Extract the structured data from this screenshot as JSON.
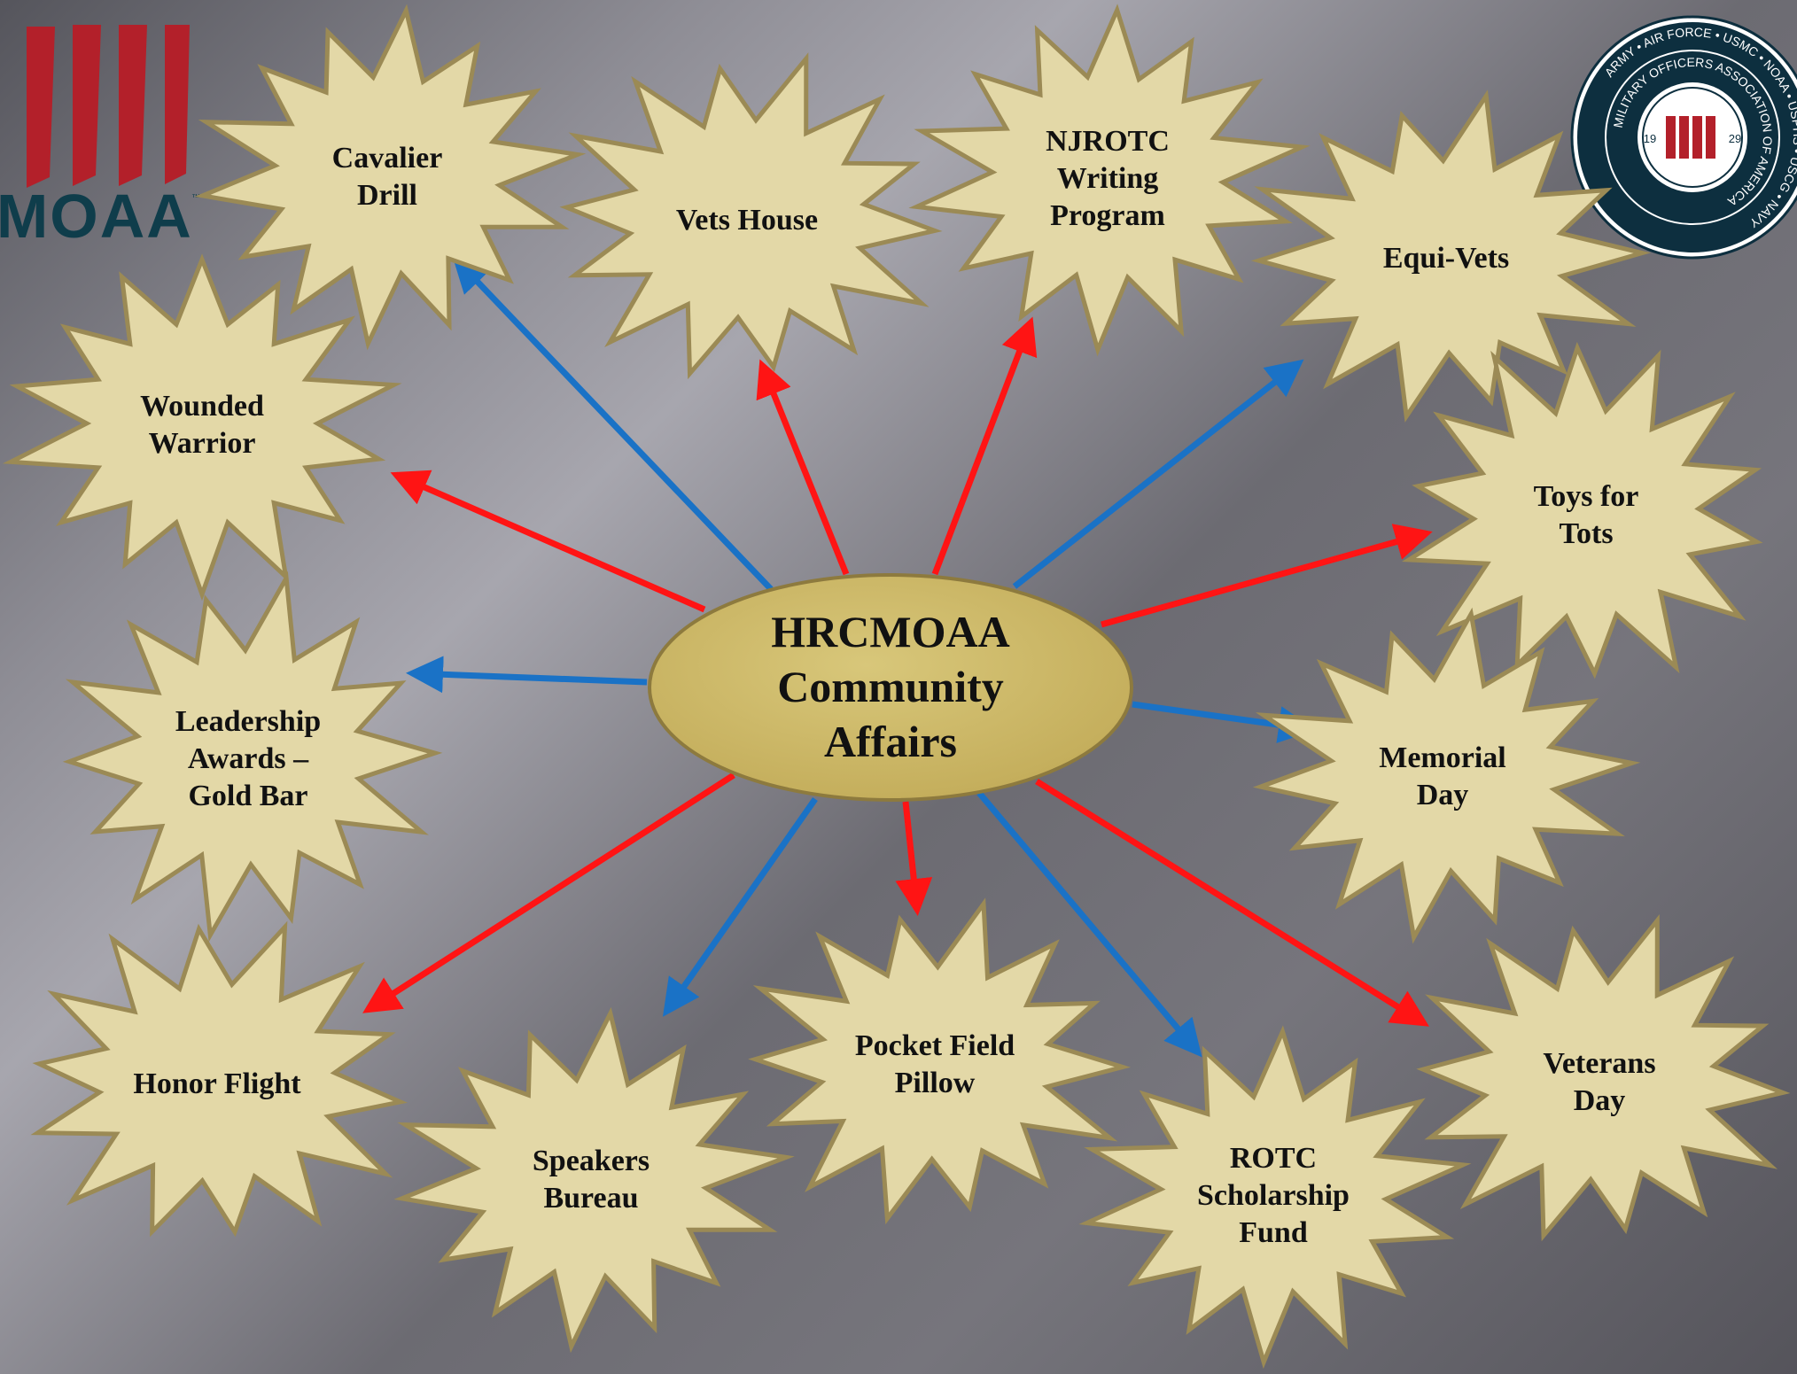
{
  "hub": {
    "lines": [
      "HRCMOAA",
      "Community",
      "Affairs"
    ]
  },
  "logo": {
    "word": "MOAA",
    "mark": "™"
  },
  "seal": {
    "ring_text": "MILITARY OFFICERS ASSOCIATION OF AMERICA",
    "branches": [
      "ARMY",
      "AIR FORCE",
      "USMC",
      "NOAA",
      "USPHS",
      "USCG",
      "NAVY"
    ],
    "year_left": "19",
    "year_right": "29"
  },
  "colors": {
    "red_arrow": "#ff1414",
    "blue_arrow": "#1a72c6",
    "star_fill": "#e3d8a7",
    "star_stroke": "#9b8a55",
    "hub_fill": "#cdb865",
    "logo_red": "#b3202a",
    "logo_teal": "#0f3d4b",
    "seal_navy": "#0d2f3f"
  },
  "nodes": [
    {
      "id": "cavalier-drill",
      "lines": [
        "Cavalier",
        "Drill"
      ],
      "arrow_color": "blue"
    },
    {
      "id": "vets-house",
      "lines": [
        "Vets House"
      ],
      "arrow_color": "red"
    },
    {
      "id": "njrotc-writing-program",
      "lines": [
        "NJROTC",
        "Writing",
        "Program"
      ],
      "arrow_color": "red"
    },
    {
      "id": "equi-vets",
      "lines": [
        "Equi-Vets"
      ],
      "arrow_color": "blue"
    },
    {
      "id": "toys-for-tots",
      "lines": [
        "Toys for",
        "Tots"
      ],
      "arrow_color": "red"
    },
    {
      "id": "memorial-day",
      "lines": [
        "Memorial",
        "Day"
      ],
      "arrow_color": "blue"
    },
    {
      "id": "veterans-day",
      "lines": [
        "Veterans",
        "Day"
      ],
      "arrow_color": "red"
    },
    {
      "id": "rotc-scholarship-fund",
      "lines": [
        "ROTC",
        "Scholarship",
        "Fund"
      ],
      "arrow_color": "blue"
    },
    {
      "id": "pocket-field-pillow",
      "lines": [
        "Pocket Field",
        "Pillow"
      ],
      "arrow_color": "red"
    },
    {
      "id": "speakers-bureau",
      "lines": [
        "Speakers",
        "Bureau"
      ],
      "arrow_color": "blue"
    },
    {
      "id": "honor-flight",
      "lines": [
        "Honor Flight"
      ],
      "arrow_color": "red"
    },
    {
      "id": "leadership-awards-gold-bar",
      "lines": [
        "Leadership",
        "Awards –",
        "Gold Bar"
      ],
      "arrow_color": "blue"
    },
    {
      "id": "wounded-warrior",
      "lines": [
        "Wounded",
        "Warrior"
      ],
      "arrow_color": "red"
    }
  ]
}
